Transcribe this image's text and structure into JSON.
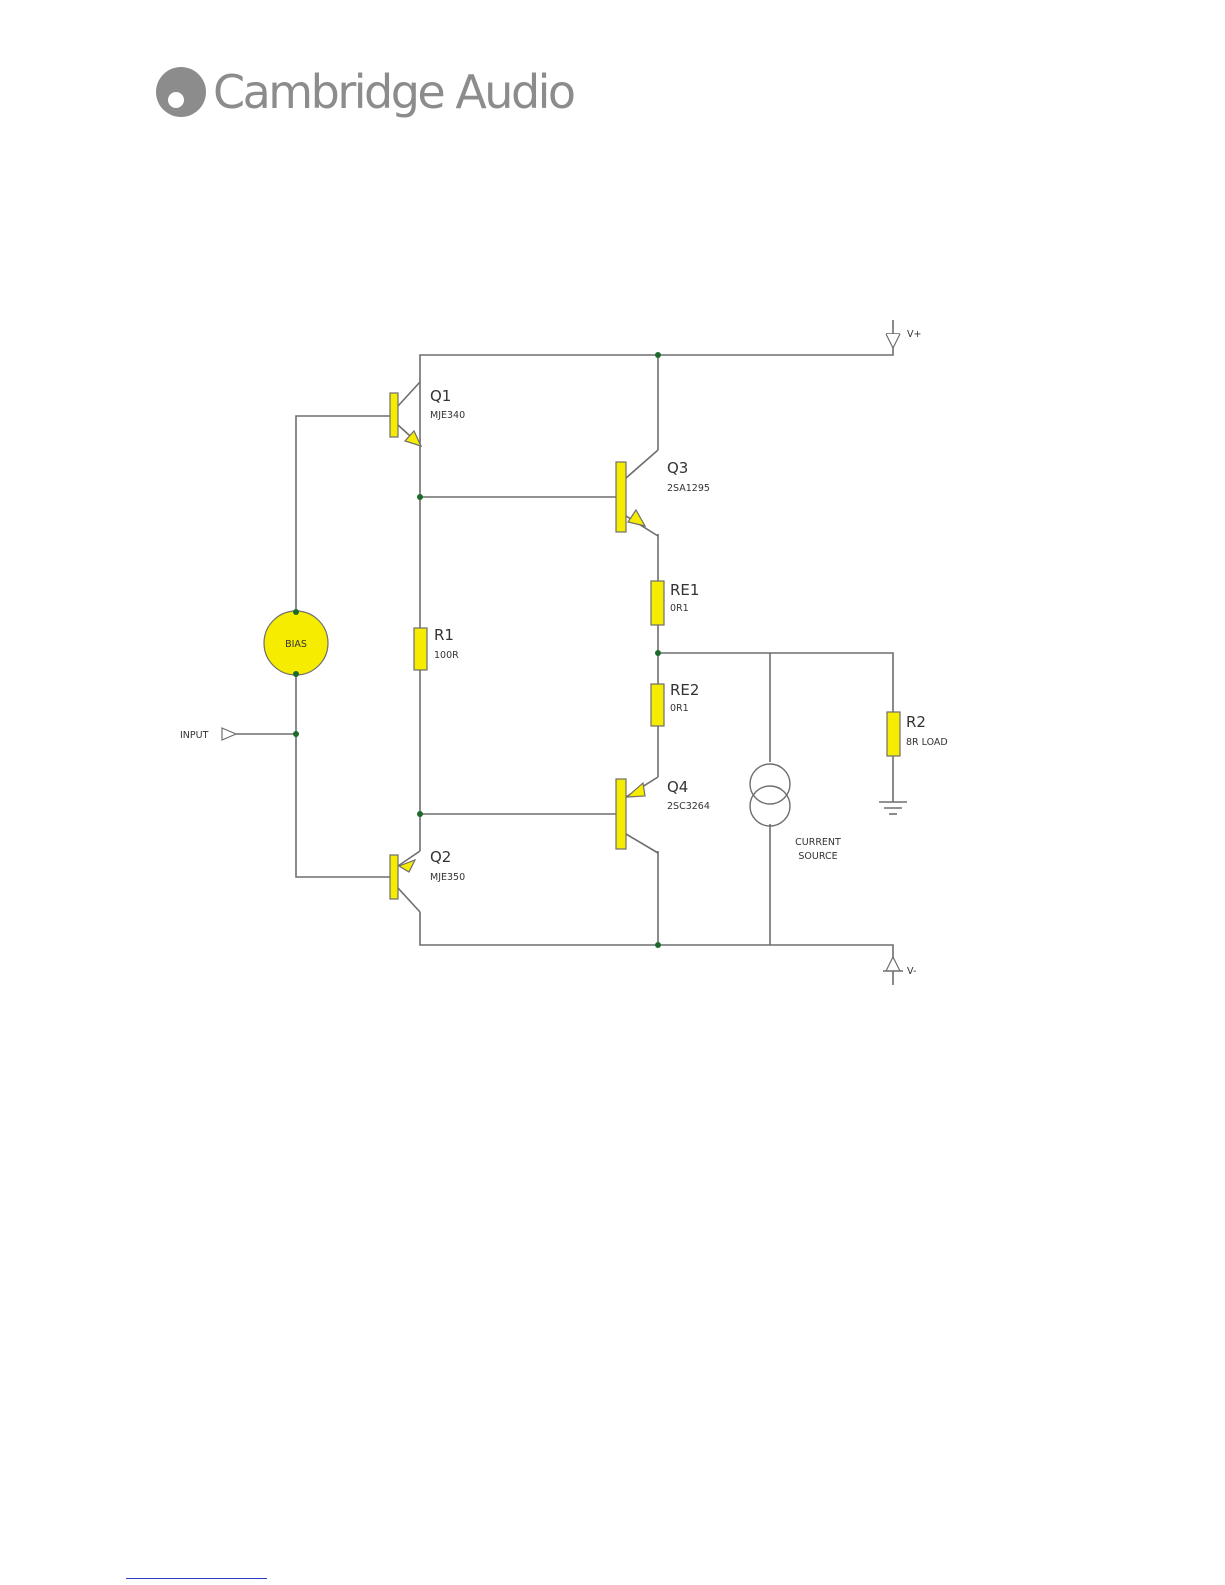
{
  "brand": {
    "name": "Cambridge Audio",
    "logo_icon": "cambridge-audio-logo-icon"
  },
  "schematic": {
    "rails": {
      "positive": "V+",
      "negative": "V-"
    },
    "input": "INPUT",
    "bias": "BIAS",
    "transistors": [
      {
        "ref": "Q1",
        "part": "MJE340"
      },
      {
        "ref": "Q2",
        "part": "MJE350"
      },
      {
        "ref": "Q3",
        "part": "2SA1295"
      },
      {
        "ref": "Q4",
        "part": "2SC3264"
      }
    ],
    "resistors": [
      {
        "ref": "R1",
        "value": "100R"
      },
      {
        "ref": "RE1",
        "value": "0R1"
      },
      {
        "ref": "RE2",
        "value": "0R1"
      },
      {
        "ref": "R2",
        "value": "8R LOAD"
      }
    ],
    "current_source": {
      "line1": "CURRENT",
      "line2": "SOURCE"
    },
    "colors": {
      "component_fill": "#f5ec00",
      "wire": "#6e6e6e",
      "junction": "#1d6b2a",
      "brand_grey": "#8c8c8c"
    }
  }
}
